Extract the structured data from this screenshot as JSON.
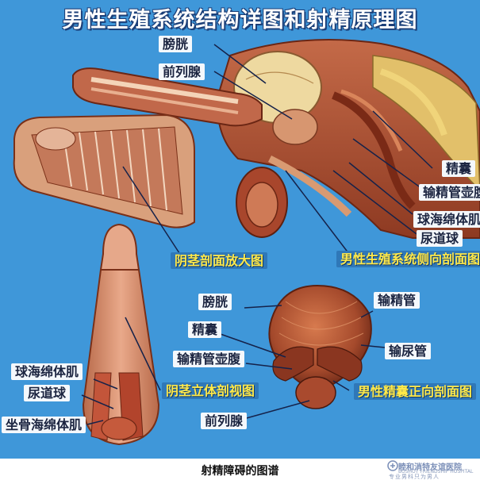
{
  "title": "男性生殖系统结构详图和射精原理图",
  "caption": "射精障碍的图谱",
  "labels": {
    "bladder_top": "膀胱",
    "prostate_top": "前列腺",
    "seminal_vesicle_right": "精囊",
    "ampulla_right": "输精管壶腹",
    "bulbocavernosus_right": "球海绵体肌",
    "urethral_bulb_right": "尿道球",
    "sagittal_section": "男性生殖系统侧向剖面图",
    "penis_section_zoom": "阴茎剖面放大图",
    "bladder_mid": "膀胱",
    "vas_deferens": "输精管",
    "seminal_vesicle_mid": "精囊",
    "ureter": "输尿管",
    "ampulla_mid": "输精管壶腹",
    "frontal_section": "男性精囊正向剖面图",
    "penis_3d": "阴茎立体剖视图",
    "prostate_bottom": "前列腺",
    "bulbocavernosus_left": "球海绵体肌",
    "urethral_bulb_left": "尿道球",
    "ischiocavernosus_left": "坐骨海绵体肌"
  },
  "logo": {
    "name": "睦和消特友谊医院",
    "english": "BOSHOT FRIENDSHIP HOSPITAL",
    "tagline": "专业男科只为男人"
  },
  "colors": {
    "background": "#3f97d9",
    "tissue": "#b8553a",
    "highlight_text": "#ffe94a"
  }
}
